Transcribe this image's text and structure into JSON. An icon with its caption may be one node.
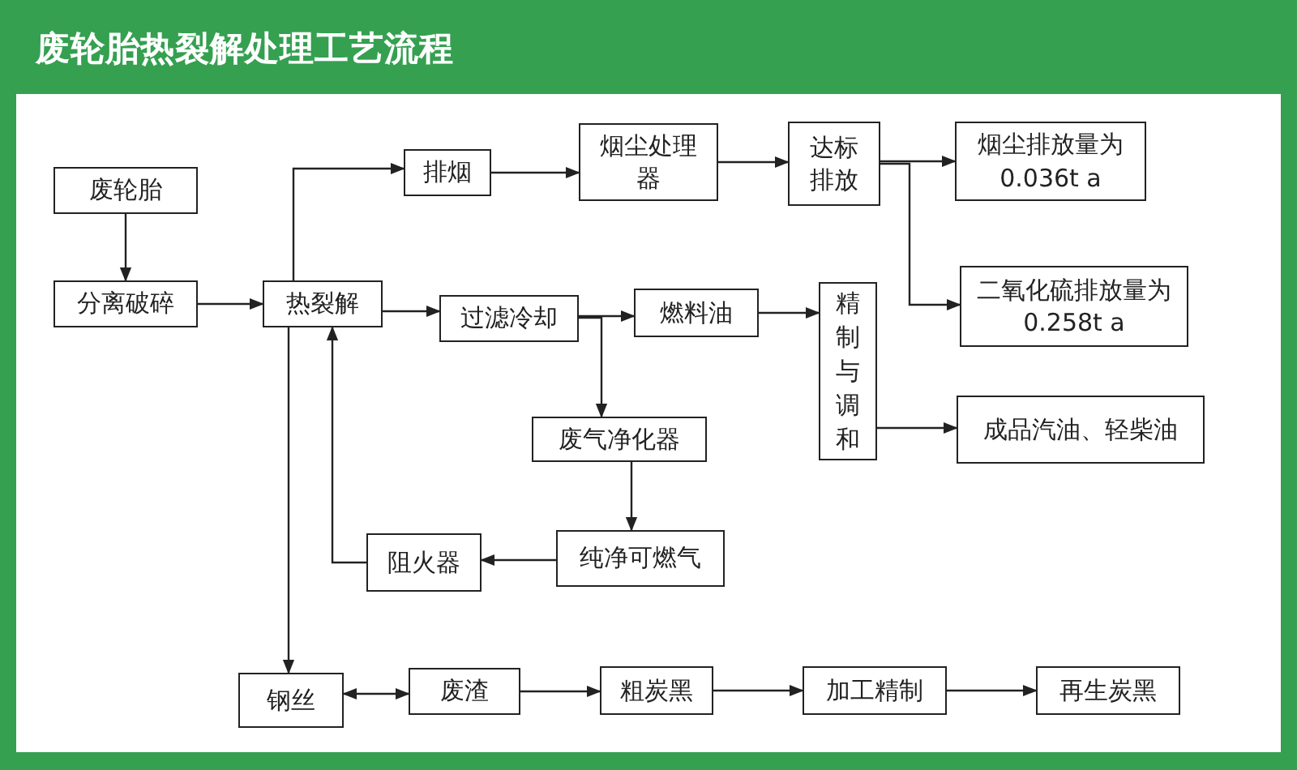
{
  "diagram": {
    "title": "废轮胎热裂解处理工艺流程",
    "nodes": [
      {
        "text": [
          "废轮胎"
        ]
      },
      {
        "text": [
          "分离破碎"
        ]
      },
      {
        "text": [
          "热裂解"
        ]
      },
      {
        "text": [
          "排烟"
        ]
      },
      {
        "text": [
          "烟尘处理器"
        ]
      },
      {
        "text": [
          "达标排放"
        ]
      },
      {
        "text": [
          "烟尘排放量为0.036t a"
        ]
      },
      {
        "text": [
          "二氧化硫排放量为0.258t a"
        ]
      },
      {
        "text": [
          "过滤冷却"
        ]
      },
      {
        "text": [
          "燃料油"
        ]
      },
      {
        "text": [
          "精制与调和"
        ]
      },
      {
        "text": [
          "成品汽油、轻柴油"
        ]
      },
      {
        "text": [
          "废气净化器"
        ]
      },
      {
        "text": [
          "纯净可燃气"
        ]
      },
      {
        "text": [
          "阻火器"
        ]
      },
      {
        "text": [
          "钢丝"
        ]
      },
      {
        "text": [
          "废渣"
        ]
      },
      {
        "text": [
          "粗炭黑"
        ]
      },
      {
        "text": [
          "加工精制"
        ]
      },
      {
        "text": [
          "再生炭黑"
        ]
      }
    ],
    "edges": [
      {
        "from": 0,
        "to": 1,
        "arrow": "to"
      },
      {
        "from": 1,
        "to": 2,
        "arrow": "to"
      },
      {
        "from": 2,
        "to": 3,
        "arrow": "to"
      },
      {
        "from": 3,
        "to": 4,
        "arrow": "to"
      },
      {
        "from": 4,
        "to": 5,
        "arrow": "to"
      },
      {
        "from": 5,
        "to": 6,
        "arrow": "to"
      },
      {
        "from": 5,
        "to": 7,
        "arrow": "to"
      },
      {
        "from": 2,
        "to": 8,
        "arrow": "to"
      },
      {
        "from": 8,
        "to": 9,
        "arrow": "to"
      },
      {
        "from": 8,
        "to": 12,
        "arrow": "to"
      },
      {
        "from": 9,
        "to": 10,
        "arrow": "to"
      },
      {
        "from": 10,
        "to": 11,
        "arrow": "to"
      },
      {
        "from": 12,
        "to": 13,
        "arrow": "to"
      },
      {
        "from": 13,
        "to": 14,
        "arrow": "to"
      },
      {
        "from": 14,
        "to": 2,
        "arrow": "to"
      },
      {
        "from": 2,
        "to": 15,
        "arrow": "to"
      },
      {
        "from": 15,
        "to": 16,
        "arrow": "both"
      },
      {
        "from": 16,
        "to": 17,
        "arrow": "to"
      },
      {
        "from": 17,
        "to": 18,
        "arrow": "to"
      },
      {
        "from": 18,
        "to": 19,
        "arrow": "to"
      }
    ]
  }
}
